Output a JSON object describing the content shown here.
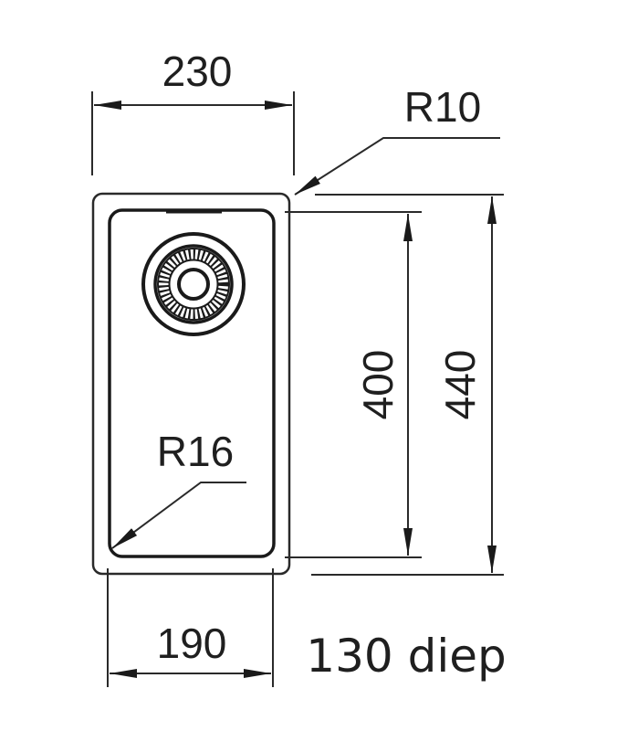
{
  "diagram": {
    "type": "technical-drawing",
    "subject": "sink-basin-dimensions",
    "colors": {
      "line": "#2a2a2a",
      "background": "#ffffff"
    },
    "dimensions": {
      "outer_width": "230",
      "inner_width": "190",
      "inner_height": "400",
      "outer_height": "440",
      "outer_radius": "R10",
      "inner_radius": "R16",
      "depth_label": "130 diep"
    },
    "components": {
      "outer_rim": "outer-rim",
      "inner_basin": "inner-basin",
      "drain": "drain-strainer"
    }
  }
}
